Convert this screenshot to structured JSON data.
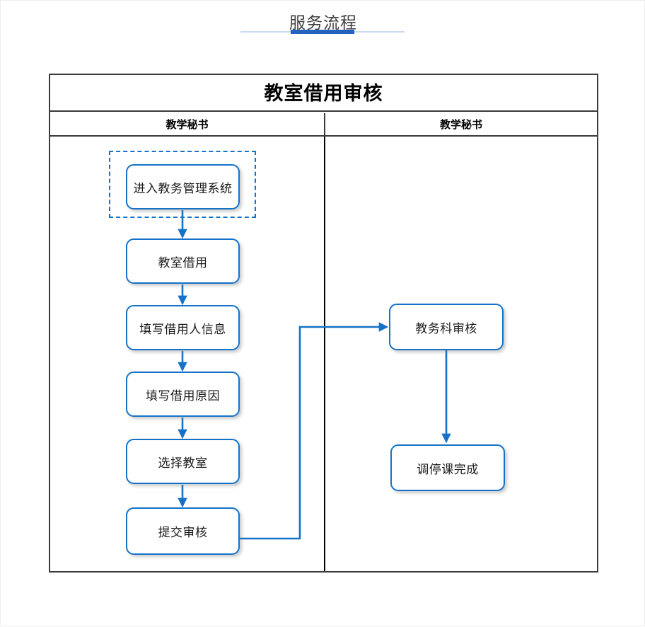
{
  "page": {
    "title": "服务流程"
  },
  "diagram": {
    "title": "教室借用审核",
    "lanes": [
      {
        "id": "lane-left",
        "label": "教学秘书"
      },
      {
        "id": "lane-right",
        "label": "教学秘书"
      }
    ],
    "nodes": [
      {
        "id": "enter-system",
        "label": "进入教务管理系统",
        "lane": "lane-left",
        "grouped": true
      },
      {
        "id": "classroom-loan",
        "label": "教室借用",
        "lane": "lane-left",
        "grouped": false
      },
      {
        "id": "borrower-info",
        "label": "填写借用人信息",
        "lane": "lane-left",
        "grouped": false
      },
      {
        "id": "loan-reason",
        "label": "填写借用原因",
        "lane": "lane-left",
        "grouped": false
      },
      {
        "id": "select-room",
        "label": "选择教室",
        "lane": "lane-left",
        "grouped": false
      },
      {
        "id": "submit-review",
        "label": "提交审核",
        "lane": "lane-left",
        "grouped": false
      },
      {
        "id": "dept-review",
        "label": "教务科审核",
        "lane": "lane-right",
        "grouped": false
      },
      {
        "id": "reschedule-done",
        "label": "调停课完成",
        "lane": "lane-right",
        "grouped": false
      }
    ],
    "edges": [
      {
        "from": "enter-system",
        "to": "classroom-loan"
      },
      {
        "from": "classroom-loan",
        "to": "borrower-info"
      },
      {
        "from": "borrower-info",
        "to": "loan-reason"
      },
      {
        "from": "loan-reason",
        "to": "select-room"
      },
      {
        "from": "select-room",
        "to": "submit-review"
      },
      {
        "from": "submit-review",
        "to": "dept-review"
      },
      {
        "from": "dept-review",
        "to": "reschedule-done"
      }
    ]
  },
  "colors": {
    "accent_blue": "#2263bf",
    "node_border": "#1672c8",
    "connector": "#1672c8",
    "frame_border": "#3a3a3a",
    "rule_light": "#c9d9ef"
  }
}
